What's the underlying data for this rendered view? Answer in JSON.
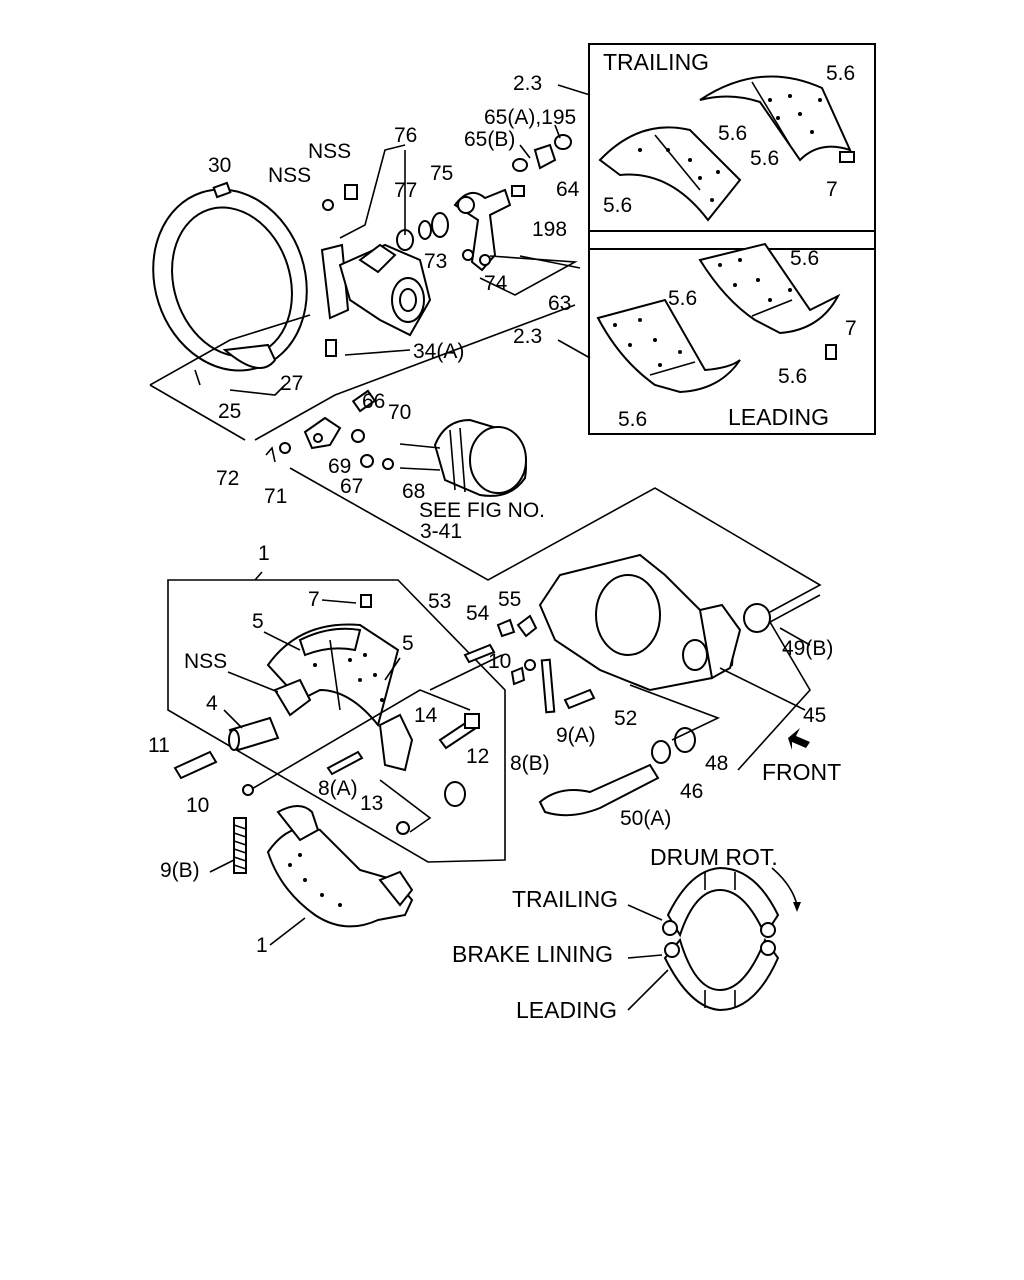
{
  "panels": {
    "trailing_title": "TRAILING",
    "leading_title": "LEADING"
  },
  "labels": {
    "l_2_3_top": "2.3",
    "l_65a_195": "65(A),195",
    "l_65b": "65(B)",
    "l_64": "64",
    "l_198": "198",
    "l_76": "76",
    "l_77": "77",
    "l_75": "75",
    "l_73": "73",
    "l_74": "74",
    "l_63": "63",
    "l_nss_1": "NSS",
    "l_nss_2": "NSS",
    "l_30": "30",
    "l_27": "27",
    "l_25": "25",
    "l_34a": "34(A)",
    "l_66": "66",
    "l_70": "70",
    "l_69": "69",
    "l_67": "67",
    "l_68": "68",
    "l_72": "72",
    "l_71": "71",
    "see_fig_1": "SEE FIG NO.",
    "see_fig_2": "3-41",
    "l_trail_56_a": "5.6",
    "l_trail_56_b": "5.6",
    "l_trail_56_c": "5.6",
    "l_trail_56_d": "5.6",
    "l_trail_7": "7",
    "l_2_3_bottom": "2.3",
    "l_lead_56_a": "5.6",
    "l_lead_56_b": "5.6",
    "l_lead_56_c": "5.6",
    "l_lead_56_d": "5.6",
    "l_lead_7": "7",
    "l_1_top": "1",
    "l_7": "7",
    "l_5_a": "5",
    "l_5_b": "5",
    "l_nss_3": "NSS",
    "l_4": "4",
    "l_11": "11",
    "l_10_a": "10",
    "l_9b": "9(B)",
    "l_1_bottom": "1",
    "l_14": "14",
    "l_12": "12",
    "l_8a": "8(A)",
    "l_13": "13",
    "l_53": "53",
    "l_54": "54",
    "l_55": "55",
    "l_10_b": "10",
    "l_8b": "8(B)",
    "l_9a": "9(A)",
    "l_52": "52",
    "l_49b": "49(B)",
    "l_45": "45",
    "l_48": "48",
    "l_46": "46",
    "l_50a": "50(A)",
    "front": "FRONT",
    "drum_rot": "DRUM ROT.",
    "trailing": "TRAILING",
    "brake_lining": "BRAKE LINING",
    "leading": "LEADING"
  }
}
